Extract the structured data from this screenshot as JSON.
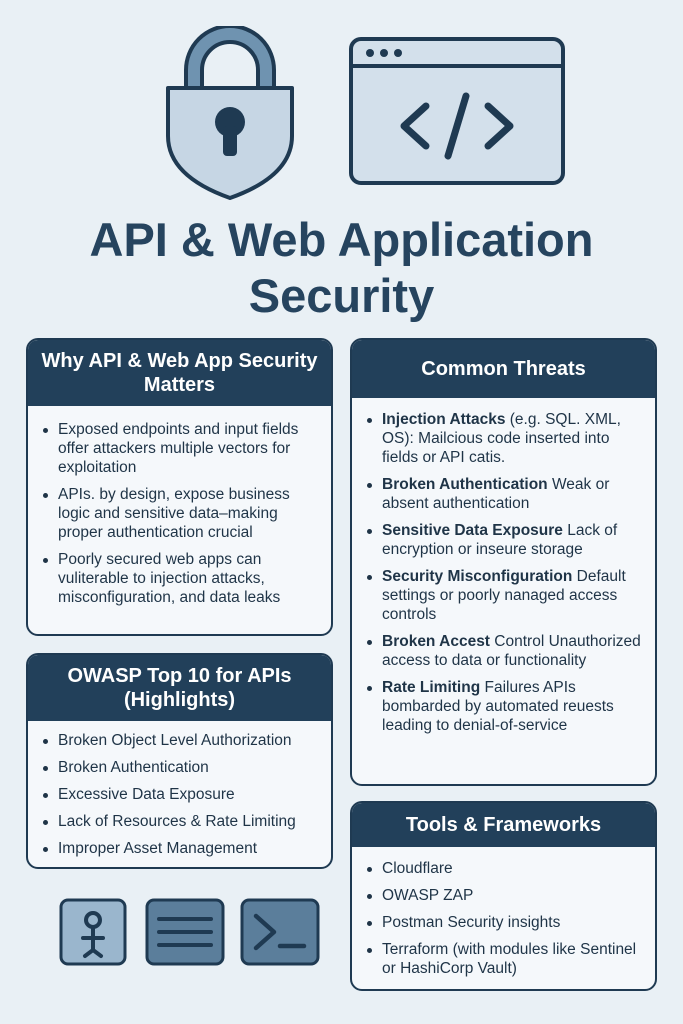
{
  "header": {
    "title_line1": "API & Web Application",
    "title_line2": "Security",
    "icons": [
      "padlock-shield-icon",
      "browser-code-icon"
    ]
  },
  "why_card": {
    "title": "Why API & Web App Security Matters",
    "items": [
      "Exposed endpoints and input fields offer attackers multiple vectors for exploitation",
      "APIs. by design, expose business logic and sensitive data–making proper authentication crucial",
      "Poorly secured web apps can vuliterable to injection attacks, misconfiguration, and data leaks"
    ]
  },
  "owasp_card": {
    "title": "OWASP Top 10 for APIs (Highlights)",
    "items": [
      "Broken Object Level Authorization",
      "Broken Authentication",
      "Excessive Data Exposure",
      "Lack of Resources & Rate Limiting",
      "Improper Asset Management"
    ]
  },
  "threats_card": {
    "title": "Common Threats",
    "items": [
      {
        "name": "Injection Attacks",
        "desc": " (e.g. SQL. XML, OS): Mailcious code inserted into fields or API catis."
      },
      {
        "name": "Broken Authentication",
        "desc": " Weak or absent authentication"
      },
      {
        "name": "Sensitive Data Exposure",
        "desc": " Lack of encryption or inseure storage"
      },
      {
        "name": "Security Misconfiguration",
        "desc": " Default settings or poorly nanaged access controls"
      },
      {
        "name": "Broken Accest",
        "desc": " Control Unauthorized access to data or functionality"
      },
      {
        "name": "Rate Limiting",
        "desc": " Failures APIs bombarded by automated reuests leading to denial-of-service"
      }
    ]
  },
  "tools_card": {
    "title": "Tools & Frameworks",
    "items": [
      "Cloudflare",
      "OWASP ZAP",
      "Postman Security insights",
      "Terraform (with modules like Sentinel or HashiCorp Vault)"
    ]
  },
  "bottom_icons": [
    "network-node-icon",
    "menu-lines-icon",
    "terminal-prompt-icon"
  ],
  "colors": {
    "background": "#e9f0f5",
    "header_bar": "#22405a",
    "icon_fill": "#c8d8e6",
    "icon_dark": "#5b7e9b",
    "outline": "#1f3a52"
  }
}
